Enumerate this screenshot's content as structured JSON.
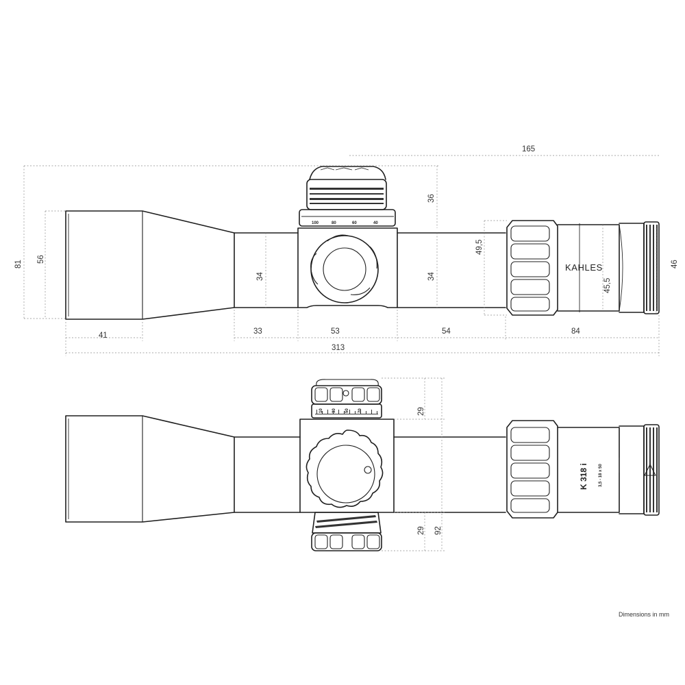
{
  "brand": "KAHLES",
  "model": "K 318 i",
  "model_spec": "3,5 - 18 x 50",
  "unit_note": "Dimensions in mm",
  "turret_markings": {
    "top_view": [
      "100",
      "80",
      "60",
      "40"
    ],
    "side_view": [
      "10",
      "30",
      "50",
      "70"
    ]
  },
  "dimensions": {
    "top_view": {
      "eyepiece_length": "165",
      "turret_height": "36",
      "total_height": "81",
      "objective_diameter": "56",
      "tube_diameter_left": "34",
      "tube_diameter_right": "34",
      "magnification_ring_diameter": "49,5",
      "eyepiece_body_diameter": "45,5",
      "eyepiece_diameter": "46",
      "objective_length": "41",
      "front_tube_length": "33",
      "turret_housing_length": "53",
      "rear_tube_length": "54",
      "ocular_length": "84",
      "overall_length": "313"
    },
    "side_view": {
      "turret_top_height": "29",
      "turret_bottom_height": "29",
      "total_turret_height": "92"
    }
  }
}
